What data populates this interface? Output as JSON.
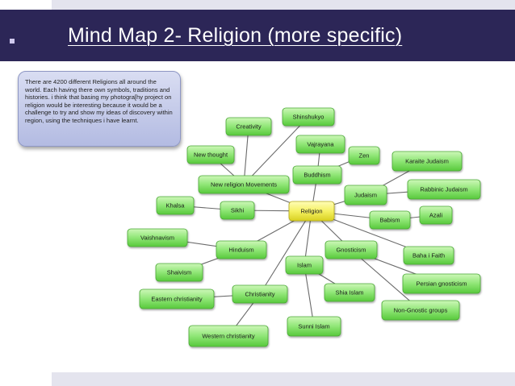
{
  "slide": {
    "title": "Mind Map 2- Religion (more specific)",
    "note": "There are 4200 different Religions all around the world. Each having there own symbols, traditions and histories. i think that basing my photogra[hy project on religion would be interesting because it would be a challenge to try and show my ideas of discovery within region, using the techniques i have learnt."
  },
  "colors": {
    "title_bar": "#2c2657",
    "node_fill": "#7ee06a",
    "center_fill": "#f2ef5a",
    "connector": "#6a6a6a"
  },
  "mindmap": {
    "center": "Religion",
    "nodes": [
      {
        "id": "creativity",
        "label": "Creativity",
        "parent": "new_religion"
      },
      {
        "id": "shinshukyo",
        "label": "Shinshukyo",
        "parent": "new_religion"
      },
      {
        "id": "new_thought",
        "label": "New thought",
        "parent": "new_religion"
      },
      {
        "id": "new_religion",
        "label": "New religion Movements",
        "parent": "center"
      },
      {
        "id": "vajrayana",
        "label": "Vajrayana",
        "parent": "buddhism"
      },
      {
        "id": "zen",
        "label": "Zen",
        "parent": "buddhism"
      },
      {
        "id": "buddhism",
        "label": "Buddhism",
        "parent": "center"
      },
      {
        "id": "karaite",
        "label": "Karaite Judaism",
        "parent": "judaism"
      },
      {
        "id": "rabbinic",
        "label": "Rabbinic Judaism",
        "parent": "judaism"
      },
      {
        "id": "judaism",
        "label": "Judaism",
        "parent": "center"
      },
      {
        "id": "khalsa",
        "label": "Khalsa",
        "parent": "sikhi"
      },
      {
        "id": "sikhi",
        "label": "Sikhi",
        "parent": "center"
      },
      {
        "id": "babism",
        "label": "Babism",
        "parent": "center"
      },
      {
        "id": "azali",
        "label": "Azali",
        "parent": "babism"
      },
      {
        "id": "vaishnavism",
        "label": "Vaishnavism",
        "parent": "hinduism"
      },
      {
        "id": "hinduism",
        "label": "Hinduism",
        "parent": "center"
      },
      {
        "id": "gnosticism",
        "label": "Gnosticism",
        "parent": "center"
      },
      {
        "id": "bahai",
        "label": "Baha i Faith",
        "parent": "center"
      },
      {
        "id": "shaivism",
        "label": "Shaivism",
        "parent": "hinduism"
      },
      {
        "id": "islam",
        "label": "Islam",
        "parent": "center"
      },
      {
        "id": "persian",
        "label": "Persian gnosticism",
        "parent": "gnosticism"
      },
      {
        "id": "shia",
        "label": "Shia Islam",
        "parent": "islam"
      },
      {
        "id": "christianity",
        "label": "Christianity",
        "parent": "center"
      },
      {
        "id": "eastern",
        "label": "Eastern christianity",
        "parent": "christianity"
      },
      {
        "id": "nongnostic",
        "label": "Non-Gnostic groups",
        "parent": "gnosticism"
      },
      {
        "id": "sunni",
        "label": "Sunni Islam",
        "parent": "islam"
      },
      {
        "id": "western",
        "label": "Western christianity",
        "parent": "christianity"
      }
    ]
  }
}
